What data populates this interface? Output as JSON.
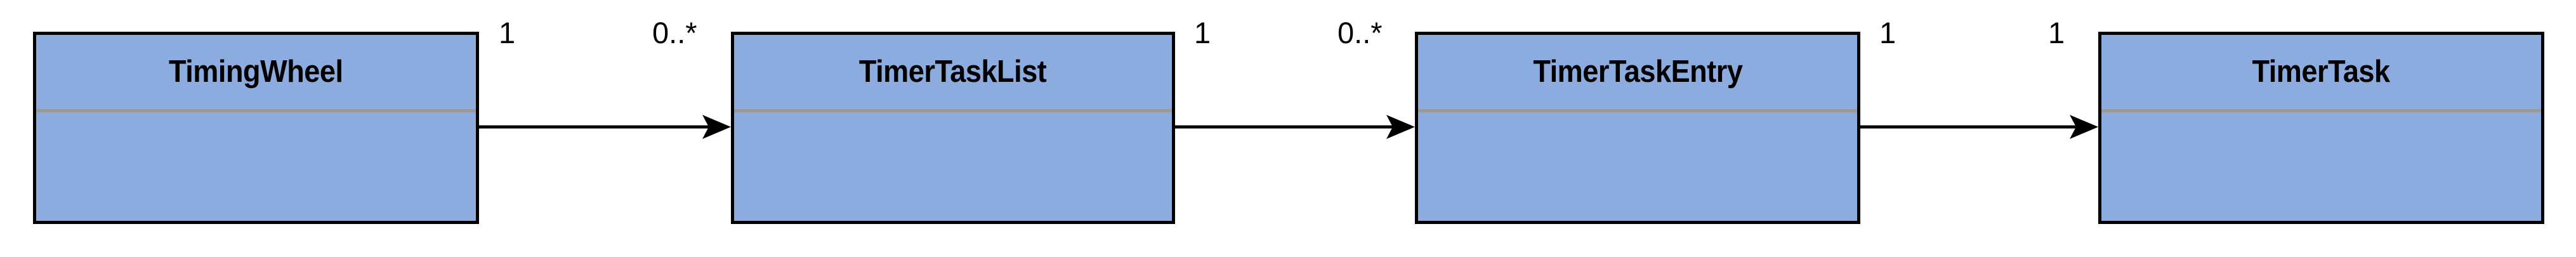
{
  "diagram": {
    "type": "uml-class-diagram",
    "background_color": "#ffffff",
    "class_fill_color": "#8cabde",
    "class_border_color": "#000000",
    "divider_color": "#999999",
    "connector_color": "#000000",
    "classes": [
      {
        "id": "timing-wheel",
        "name": "TimingWheel",
        "compartments": [
          "name",
          "attributes"
        ]
      },
      {
        "id": "timer-task-list",
        "name": "TimerTaskList",
        "compartments": [
          "name",
          "attributes"
        ]
      },
      {
        "id": "timer-task-entry",
        "name": "TimerTaskEntry",
        "compartments": [
          "name",
          "attributes"
        ]
      },
      {
        "id": "timer-task",
        "name": "TimerTask",
        "compartments": [
          "name",
          "attributes"
        ]
      }
    ],
    "associations": [
      {
        "id": "assoc-wheel-list",
        "source": "TimingWheel",
        "target": "TimerTaskList",
        "source_multiplicity": "1",
        "target_multiplicity": "0..*",
        "arrow": "filled-open-triangle",
        "direction": "source-to-target"
      },
      {
        "id": "assoc-list-entry",
        "source": "TimerTaskList",
        "target": "TimerTaskEntry",
        "source_multiplicity": "1",
        "target_multiplicity": "0..*",
        "arrow": "filled-open-triangle",
        "direction": "source-to-target"
      },
      {
        "id": "assoc-entry-task",
        "source": "TimerTaskEntry",
        "target": "TimerTask",
        "source_multiplicity": "1",
        "target_multiplicity": "1",
        "arrow": "filled-open-triangle",
        "direction": "source-to-target"
      }
    ]
  }
}
